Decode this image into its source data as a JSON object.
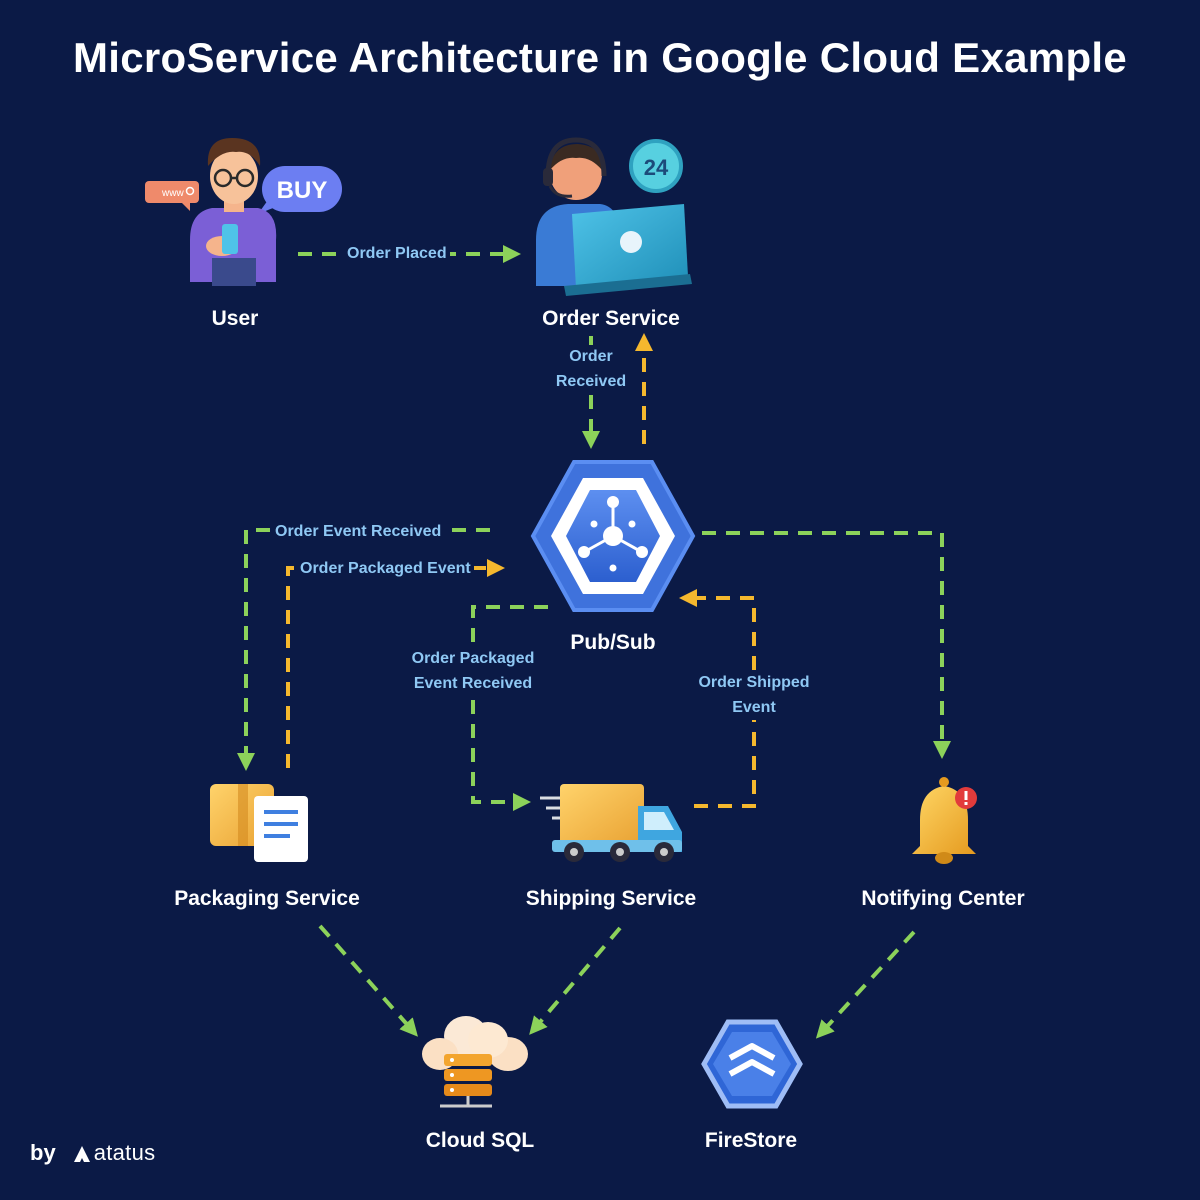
{
  "title": "MicroService Architecture in Google Cloud Example",
  "nodes": {
    "user": "User",
    "order_service": "Order Service",
    "pubsub": "Pub/Sub",
    "packaging": "Packaging Service",
    "shipping": "Shipping Service",
    "notifying": "Notifying Center",
    "cloud_sql": "Cloud SQL",
    "firestore": "FireStore"
  },
  "edges": {
    "order_placed": "Order Placed",
    "order_received_1": "Order",
    "order_received_2": "Received",
    "order_event_received": "Order Event Received",
    "order_packaged_event": "Order Packaged Event",
    "order_packaged_event_received_1": "Order Packaged",
    "order_packaged_event_received_2": "Event Received",
    "order_shipped_event_1": "Order Shipped",
    "order_shipped_event_2": "Event"
  },
  "icons": {
    "buy_badge": "BUY",
    "www_badge": "www",
    "clock_24": "24"
  },
  "brand": {
    "by": "by",
    "name": "atatus"
  },
  "colors": {
    "background": "#0b1a46",
    "request_arrow": "#8cd25a",
    "event_arrow": "#f5b82e",
    "label_text": "#8fc8f4"
  }
}
